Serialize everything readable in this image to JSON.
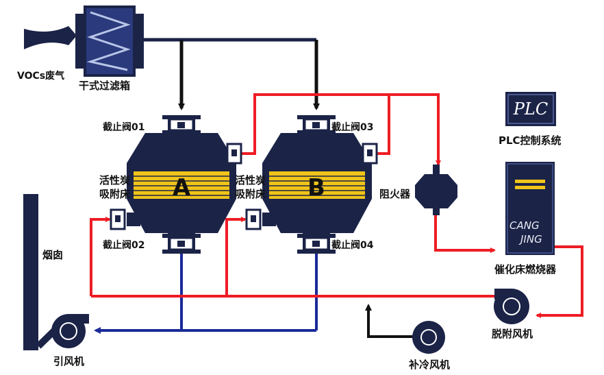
{
  "labels": {
    "vocs": "VOCs废气",
    "dry_filter": "干式过滤箱",
    "valve01": "截止阀01",
    "valve02": "截止阀02",
    "valve03": "截止阀03",
    "valve04": "截止阀04",
    "bed_a_line1": "活性炭",
    "bed_a_line2": "吸附床",
    "bed_b_line1": "活性炭",
    "bed_b_line2": "吸附床",
    "bed_a_letter": "A",
    "bed_b_letter": "B",
    "flame_arrestor": "阻火器",
    "plc_badge": "PLC",
    "plc_system": "PLC控制系统",
    "brand_line1": "CANG",
    "brand_line2": "JING",
    "catalytic_burner": "催化床燃烧器",
    "chimney": "烟囱",
    "induced_fan": "引风机",
    "desorption_fan": "脱附风机",
    "cooling_fan": "补冷风机"
  },
  "colors": {
    "equipment": "#1b2347",
    "adsorbent": "#f0c419",
    "red_line": "#ee1c24",
    "blue_line": "#1a2a99",
    "black_line": "#111111"
  }
}
